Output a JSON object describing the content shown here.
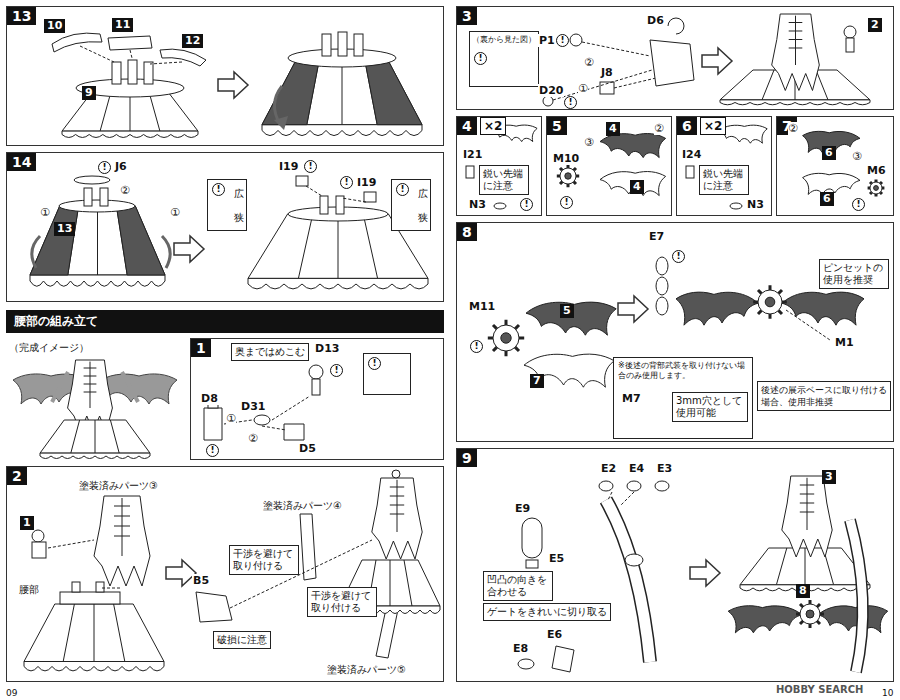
{
  "diagram": {
    "nodes": [
      {
        "text": [
          "13"
        ]
      },
      {
        "text": [
          "14"
        ]
      },
      {
        "text": [
          "!",
          "広",
          "狭"
        ],
        "in": 1
      },
      {
        "text": [
          "!",
          "広",
          "狭"
        ],
        "in": 1
      },
      {
        "text": [
          "腰部の組み立て"
        ]
      },
      {
        "text": [
          "1"
        ]
      },
      {
        "text": [
          "奥まではめこむ"
        ],
        "in": 5
      },
      {
        "text": [
          "!"
        ],
        "in": 5
      },
      {
        "text": [
          "2"
        ]
      },
      {
        "text": [
          "干渉を避けて取り付ける"
        ],
        "in": 8
      },
      {
        "text": [
          "破損に注意"
        ],
        "in": 8
      },
      {
        "text": [
          "干渉を避けて取り付ける"
        ],
        "in": 8
      },
      {
        "text": [
          "3"
        ]
      },
      {
        "text": [
          "（裏から見た図）",
          "!"
        ],
        "in": 12
      },
      {
        "text": [
          "4",
          "×2"
        ]
      },
      {
        "text": [
          "鋭い先端に注意"
        ],
        "in": 14
      },
      {
        "text": [
          "5"
        ]
      },
      {
        "text": [
          "6",
          "×2"
        ]
      },
      {
        "text": [
          "鋭い先端に注意"
        ],
        "in": 17
      },
      {
        "text": [
          "7"
        ]
      },
      {
        "text": [
          "8"
        ]
      },
      {
        "text": [
          "ピンセットの使用を推奨"
        ],
        "in": 20
      },
      {
        "text": [
          "※後述の背部武装を取り付けない場合のみ使用します。",
          "M7"
        ],
        "in": 20
      },
      {
        "text": [
          "3mm穴として使用可能"
        ],
        "in": 22
      },
      {
        "text": [
          "後述の展示ベースに取り付ける場合、使用非推奨"
        ],
        "in": 20
      },
      {
        "text": [
          "9"
        ]
      },
      {
        "text": [
          "凹凸の向きを合わせる"
        ],
        "in": 25
      },
      {
        "text": [
          "ゲートをきれいに切り取る"
        ],
        "in": 25
      }
    ],
    "labels": [
      "10",
      "11",
      "12",
      "9",
      "!",
      "J6",
      "②",
      "①",
      "①",
      "13",
      "I19",
      "!",
      "I19",
      "!",
      "（完成イメージ）",
      "D13",
      "!",
      "D8",
      "D31",
      "①",
      "②",
      "D5",
      "!",
      "塗装済みパーツ③",
      "1",
      "腰部",
      "塗装済みパーツ④",
      "B5",
      "塗装済みパーツ⑤",
      "09",
      "P1",
      "!",
      "②",
      "J8",
      "D20",
      "!",
      "①",
      "D6",
      "2",
      "I21",
      "N3",
      "!",
      "M10",
      "③",
      "4",
      "②",
      "4",
      "!",
      "I24",
      "N3",
      "②",
      "6",
      "③",
      "M6",
      "6",
      "!",
      "M11",
      "!",
      "5",
      "7",
      "E7",
      "!",
      "M1",
      "E2",
      "E4",
      "E3",
      "E9",
      "E5",
      "E6",
      "E8",
      "3",
      "8",
      "10",
      "HOBBY SEARCH"
    ]
  }
}
